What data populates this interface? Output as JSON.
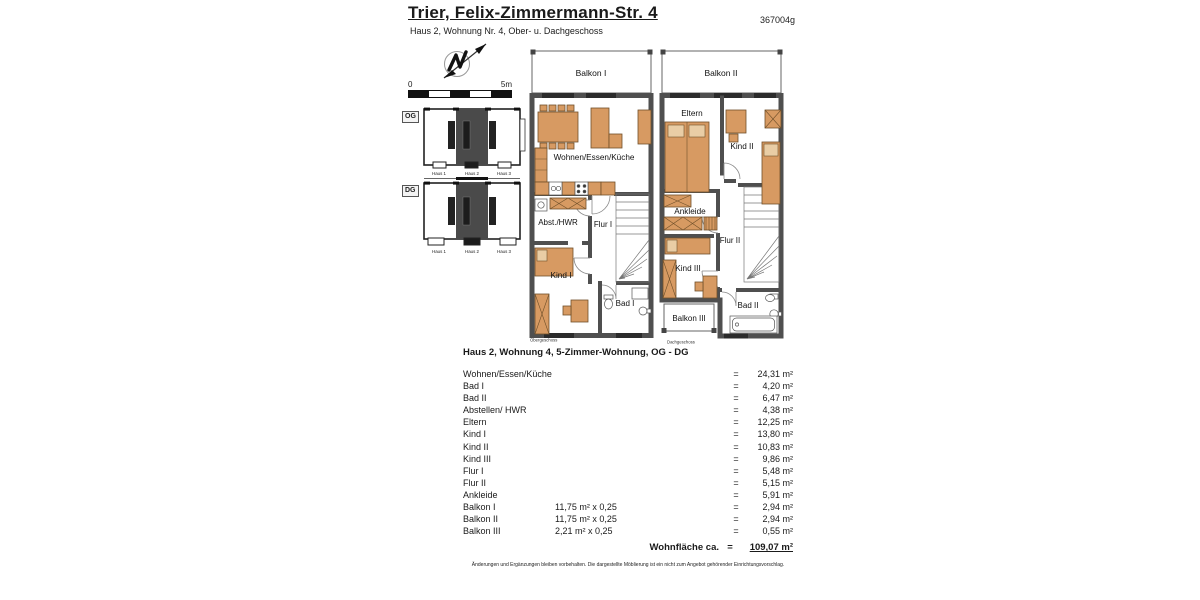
{
  "header": {
    "title": "Trier, Felix-Zimmermann-Str. 4",
    "doc_number": "367004g",
    "subtitle": "Haus 2, Wohnung Nr. 4, Ober- u. Dachgeschoss"
  },
  "scalebar": {
    "start": "0",
    "end": "5m"
  },
  "keyplans": {
    "og_label": "OG",
    "dg_label": "DG",
    "houses": [
      "Haus 1",
      "Haus 2",
      "Haus 3"
    ]
  },
  "plans": {
    "og": {
      "caption": "Obergeschoss",
      "rooms": {
        "balkon1": "Balkon I",
        "wek": "Wohnen/Essen/Küche",
        "abst": "Abst./HWR",
        "flur1": "Flur I",
        "kind1": "Kind I",
        "bad1": "Bad I"
      }
    },
    "dg": {
      "caption": "Dachgeschoss",
      "rooms": {
        "balkon2": "Balkon II",
        "eltern": "Eltern",
        "kind2": "Kind II",
        "ankleide": "Ankleide",
        "flur2": "Flur II",
        "kind3": "Kind III",
        "bad2": "Bad II",
        "balkon3": "Balkon III"
      }
    }
  },
  "table": {
    "title": "Haus 2, Wohnung 4, 5-Zimmer-Wohnung, OG - DG",
    "eq": "=",
    "rows": [
      {
        "label": "Wohnen/Essen/Küche",
        "calc": "",
        "value": "24,31 m²"
      },
      {
        "label": "Bad I",
        "calc": "",
        "value": "4,20 m²"
      },
      {
        "label": "Bad II",
        "calc": "",
        "value": "6,47 m²"
      },
      {
        "label": "Abstellen/ HWR",
        "calc": "",
        "value": "4,38 m²"
      },
      {
        "label": "Eltern",
        "calc": "",
        "value": "12,25 m²"
      },
      {
        "label": "Kind I",
        "calc": "",
        "value": "13,80 m²"
      },
      {
        "label": "Kind II",
        "calc": "",
        "value": "10,83 m²"
      },
      {
        "label": "Kind III",
        "calc": "",
        "value": "9,86 m²"
      },
      {
        "label": "Flur I",
        "calc": "",
        "value": "5,48 m²"
      },
      {
        "label": "Flur II",
        "calc": "",
        "value": "5,15 m²"
      },
      {
        "label": "Ankleide",
        "calc": "",
        "value": "5,91 m²"
      },
      {
        "label": "Balkon I",
        "calc": "11,75 m² x 0,25",
        "value": "2,94 m²"
      },
      {
        "label": "Balkon II",
        "calc": "11,75 m² x 0,25",
        "value": "2,94 m²"
      },
      {
        "label": "Balkon III",
        "calc": "2,21 m² x 0,25",
        "value": "0,55 m²"
      }
    ],
    "total": {
      "label": "Wohnfläche ca.",
      "value": "109,07 m²"
    }
  },
  "footer": "Änderungen und Ergänzungen bleiben vorbehalten. Die dargestellte Möblierung ist ein nicht zum Angebot gehörender Einrichtungsvorschlag.",
  "colors": {
    "wall": "#4f4f4f",
    "furniture": "#d79a62",
    "furniture_border": "#70502a",
    "accent_dark": "#2b2b2b"
  }
}
